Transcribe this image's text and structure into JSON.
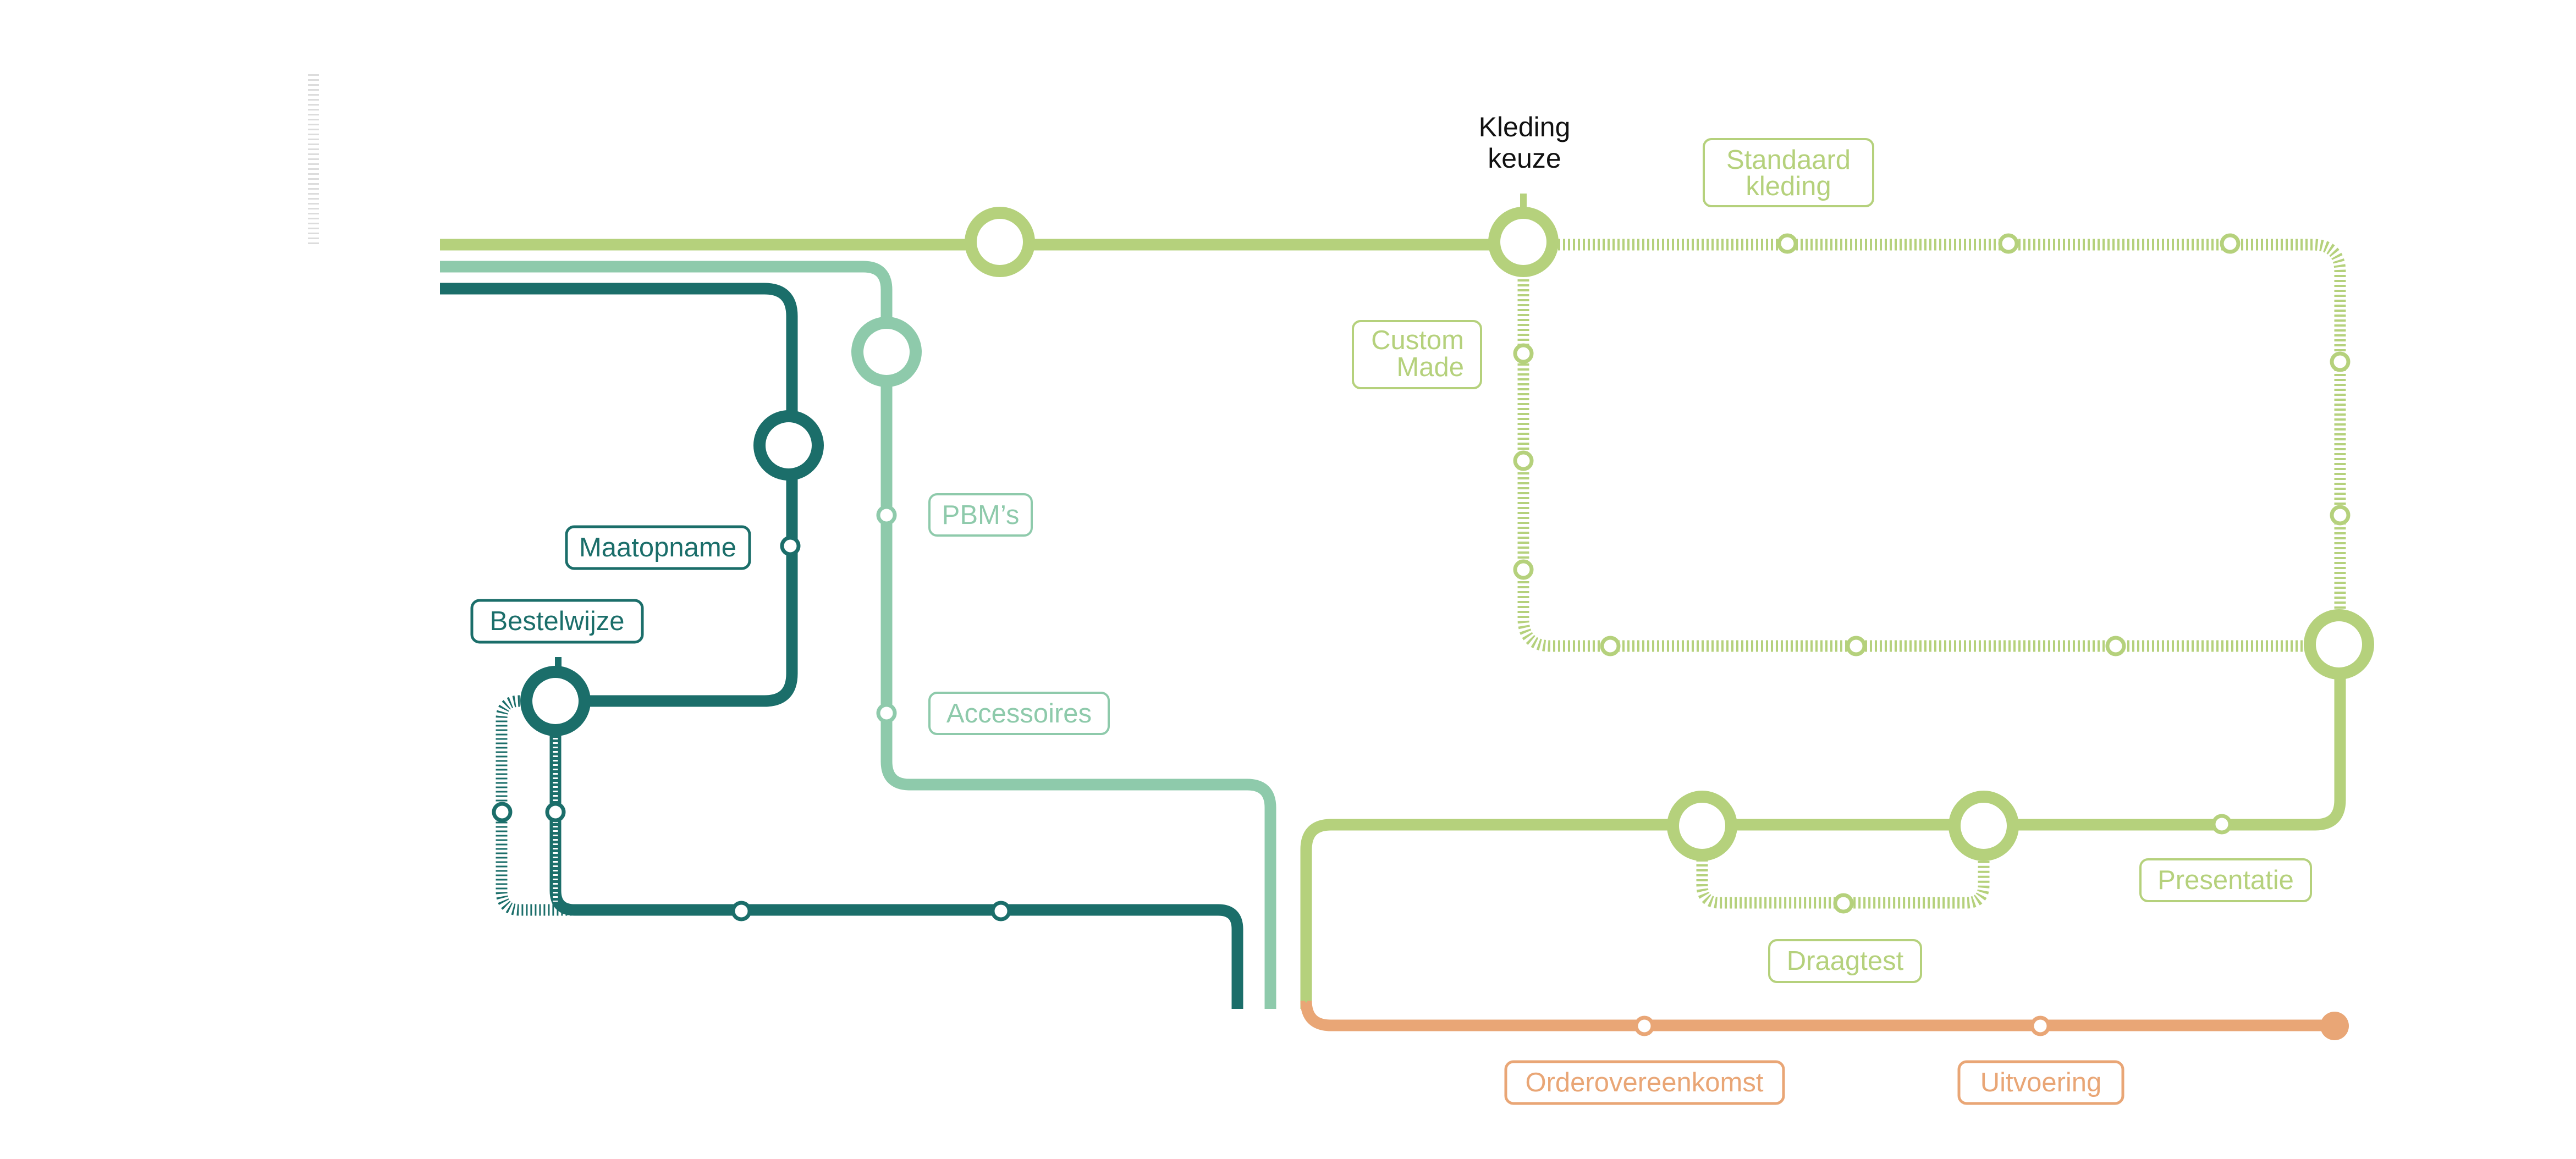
{
  "diagram": {
    "title_line1": "Kleding",
    "title_line2": "keuze"
  },
  "labels": {
    "standaard_line1": "Standaard",
    "standaard_line2": "kleding",
    "custom_line1": "Custom",
    "custom_line2": "Made",
    "pbms": "PBM’s",
    "accessoires": "Accessoires",
    "maatopname": "Maatopname",
    "bestelwijze": "Bestelwijze",
    "presentatie": "Presentatie",
    "draagtest": "Draagtest",
    "orderovereenkomst": "Orderovereenkomst",
    "uitvoering": "Uitvoering"
  },
  "colors": {
    "light_green": "#b5d17c",
    "mint": "#8ecaab",
    "dark_teal": "#1b6e6a",
    "orange": "#e9a676",
    "scale_grey": "#d8d8d8",
    "title": "#111111"
  }
}
